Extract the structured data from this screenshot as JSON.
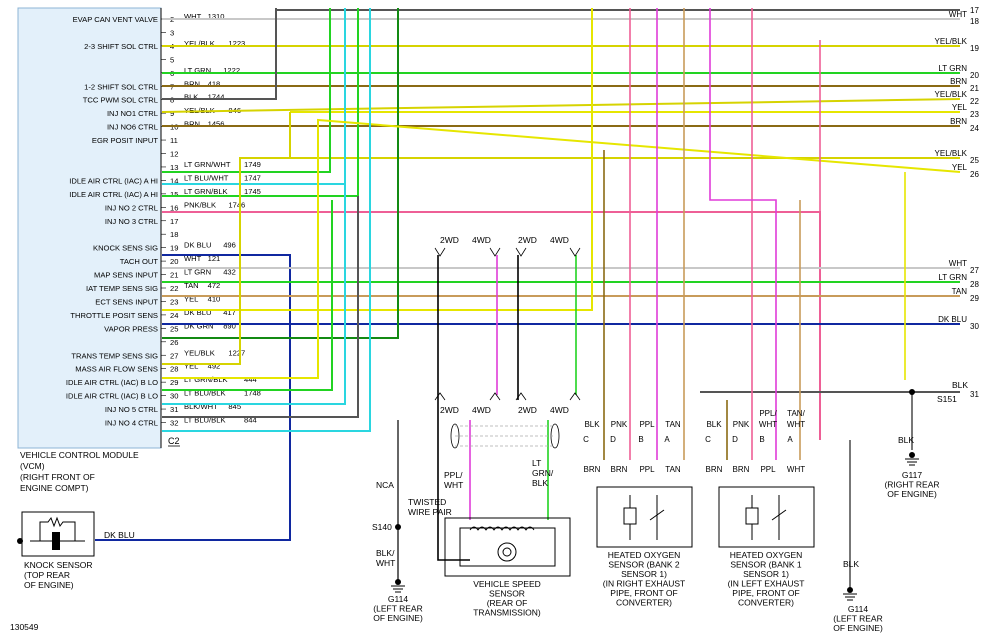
{
  "figure_id": "130549",
  "colors": {
    "WHT": "#c8c8c8",
    "YEL": "#e6e600",
    "LTGRN": "#22d322",
    "BRN": "#8a6a14",
    "BLK": "#000000",
    "LTBLU": "#2ad6e0",
    "PNK": "#ee5f96",
    "DKBLU": "#1028a0",
    "DKGRN": "#138a13",
    "TAN": "#c89b5a",
    "PPL": "#e03cd8",
    "YELBLK": "#d6d300"
  },
  "vcm": {
    "caption": [
      "VEHICLE CONTROL MODULE",
      "(VCM)",
      "(RIGHT FRONT OF",
      "ENGINE COMPT)"
    ],
    "c2": "C2",
    "pins": [
      {
        "pin": "2",
        "label": "EVAP CAN VENT VALVE",
        "wire": "WHT",
        "circuit": "1310"
      },
      {
        "pin": "3",
        "label": "",
        "wire": "",
        "circuit": ""
      },
      {
        "pin": "4",
        "label": "2-3 SHIFT SOL CTRL",
        "wire": "YEL/BLK",
        "circuit": "1223"
      },
      {
        "pin": "5",
        "label": "",
        "wire": "",
        "circuit": ""
      },
      {
        "pin": "6",
        "label": "",
        "wire": "LT GRN",
        "circuit": "1222"
      },
      {
        "pin": "7",
        "label": "1-2 SHIFT SOL CTRL",
        "wire": "BRN",
        "circuit": "418"
      },
      {
        "pin": "8",
        "label": "TCC PWM SOL CTRL",
        "wire": "BLK",
        "circuit": "1744"
      },
      {
        "pin": "9",
        "label": "INJ NO1 CTRL",
        "wire": "YEL/BLK",
        "circuit": "846"
      },
      {
        "pin": "10",
        "label": "INJ NO6 CTRL",
        "wire": "BRN",
        "circuit": "1456"
      },
      {
        "pin": "11",
        "label": "EGR POSIT INPUT",
        "wire": "",
        "circuit": ""
      },
      {
        "pin": "12",
        "label": "",
        "wire": "",
        "circuit": ""
      },
      {
        "pin": "13",
        "label": "",
        "wire": "LT GRN/WHT",
        "circuit": "1749"
      },
      {
        "pin": "14",
        "label": "IDLE AIR CTRL (IAC) A HI",
        "wire": "LT BLU/WHT",
        "circuit": "1747"
      },
      {
        "pin": "15",
        "label": "IDLE AIR CTRL (IAC) A HI",
        "wire": "LT GRN/BLK",
        "circuit": "1745"
      },
      {
        "pin": "16",
        "label": "INJ NO 2 CTRL",
        "wire": "PNK/BLK",
        "circuit": "1746"
      },
      {
        "pin": "17",
        "label": "INJ NO 3 CTRL",
        "wire": "",
        "circuit": ""
      },
      {
        "pin": "18",
        "label": "",
        "wire": "",
        "circuit": ""
      },
      {
        "pin": "19",
        "label": "KNOCK SENS SIG",
        "wire": "DK BLU",
        "circuit": "496"
      },
      {
        "pin": "20",
        "label": "TACH OUT",
        "wire": "WHT",
        "circuit": "121"
      },
      {
        "pin": "21",
        "label": "MAP SENS INPUT",
        "wire": "LT GRN",
        "circuit": "432"
      },
      {
        "pin": "22",
        "label": "IAT TEMP SENS SIG",
        "wire": "TAN",
        "circuit": "472"
      },
      {
        "pin": "23",
        "label": "ECT SENS INPUT",
        "wire": "YEL",
        "circuit": "410"
      },
      {
        "pin": "24",
        "label": "THROTTLE POSIT SENS",
        "wire": "DK BLU",
        "circuit": "417"
      },
      {
        "pin": "25",
        "label": "VAPOR PRESS",
        "wire": "DK GRN",
        "circuit": "890"
      },
      {
        "pin": "26",
        "label": "",
        "wire": "",
        "circuit": ""
      },
      {
        "pin": "27",
        "label": "TRANS TEMP SENS SIG",
        "wire": "YEL/BLK",
        "circuit": "1227"
      },
      {
        "pin": "28",
        "label": "MASS AIR FLOW SENS",
        "wire": "YEL",
        "circuit": "492"
      },
      {
        "pin": "29",
        "label": "IDLE AIR CTRL (IAC) B LO",
        "wire": "LT GRN/BLK",
        "circuit": "444"
      },
      {
        "pin": "30",
        "label": "IDLE AIR CTRL (IAC) B LO",
        "wire": "LT BLU/BLK",
        "circuit": "1748"
      },
      {
        "pin": "31",
        "label": "INJ NO 5 CTRL",
        "wire": "BLK/WHT",
        "circuit": "845"
      },
      {
        "pin": "32",
        "label": "INJ NO 4 CTRL",
        "wire": "LT BLU/BLK",
        "circuit": "844"
      }
    ]
  },
  "right_refs": [
    {
      "num": "17",
      "wire": ""
    },
    {
      "num": "18",
      "wire": "WHT"
    },
    {
      "num": "19",
      "wire": "YEL/BLK"
    },
    {
      "num": "20",
      "wire": "LT GRN"
    },
    {
      "num": "21",
      "wire": "BRN"
    },
    {
      "num": "22",
      "wire": "YEL/BLK"
    },
    {
      "num": "23",
      "wire": "YEL"
    },
    {
      "num": "24",
      "wire": "BRN"
    },
    {
      "num": "25",
      "wire": "YEL/BLK"
    },
    {
      "num": "26",
      "wire": "YEL"
    },
    {
      "num": "27",
      "wire": "WHT"
    },
    {
      "num": "28",
      "wire": "LT GRN"
    },
    {
      "num": "29",
      "wire": "TAN"
    },
    {
      "num": "30",
      "wire": "DK BLU"
    },
    {
      "num": "31",
      "wire": "BLK"
    }
  ],
  "drive_labels": {
    "two_wd": "2WD",
    "four_wd": "4WD"
  },
  "knock_sensor": {
    "wire": "DK BLU",
    "name": [
      "KNOCK SENSOR",
      "(TOP REAR",
      "OF ENGINE)"
    ]
  },
  "vss": {
    "nca": "NCA",
    "twisted": [
      "TWISTED",
      "WIRE PAIR"
    ],
    "wire_left": [
      "PPL/",
      "WHT"
    ],
    "wire_right": [
      "LT",
      "GRN/",
      "BLK"
    ],
    "splice": "S140",
    "ground_wire": [
      "BLK/",
      "WHT"
    ],
    "ground": [
      "G114",
      "(LEFT REAR",
      "OF ENGINE)"
    ],
    "name": [
      "VEHICLE SPEED",
      "SENSOR",
      "(REAR OF",
      "TRANSMISSION)"
    ]
  },
  "o2_bank2": {
    "top_wires": [
      "BLK",
      "PNK",
      "PPL",
      "TAN"
    ],
    "pins": [
      "C",
      "D",
      "B",
      "A"
    ],
    "bottom_wires": [
      "BRN",
      "BRN",
      "PPL",
      "TAN"
    ],
    "name": [
      "HEATED OXYGEN",
      "SENSOR (BANK 2",
      "SENSOR 1)",
      "(IN RIGHT EXHAUST",
      "PIPE, FRONT OF",
      "CONVERTER)"
    ]
  },
  "o2_bank1": {
    "top_wires": [
      "BLK",
      "PNK",
      "PPL/WHT",
      "TAN/WHT"
    ],
    "pins": [
      "C",
      "D",
      "B",
      "A"
    ],
    "bottom_wires": [
      "BRN",
      "BRN",
      "PPL",
      "WHT"
    ],
    "name": [
      "HEATED OXYGEN",
      "SENSOR (BANK 1",
      "SENSOR 1)",
      "(IN LEFT EXHAUST",
      "PIPE, FRONT OF",
      "CONVERTER)"
    ]
  },
  "ground_right": {
    "wire": "BLK",
    "splice": "S151",
    "ground": [
      "G117",
      "(RIGHT REAR",
      "OF ENGINE)"
    ]
  },
  "ground_bottom": {
    "wire": "BLK",
    "ground": [
      "G114",
      "(LEFT REAR",
      "OF ENGINE)"
    ]
  }
}
